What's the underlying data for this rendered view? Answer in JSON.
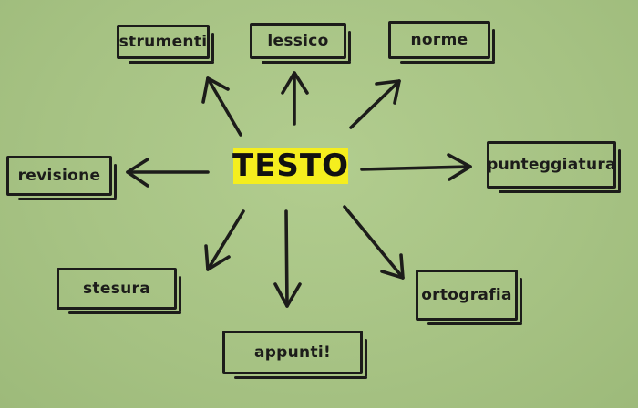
{
  "diagram": {
    "center": "TESTO",
    "nodes": {
      "strumenti": "strumenti",
      "lessico": "lessico",
      "norme": "norme",
      "revisione": "revisione",
      "punteggiatura": "punteggiatura",
      "stesura": "stesura",
      "appunti": "appunti!",
      "ortografia": "ortografia"
    },
    "edges": [
      {
        "from": "TESTO",
        "to": "strumenti"
      },
      {
        "from": "TESTO",
        "to": "lessico"
      },
      {
        "from": "TESTO",
        "to": "norme"
      },
      {
        "from": "TESTO",
        "to": "revisione"
      },
      {
        "from": "TESTO",
        "to": "punteggiatura"
      },
      {
        "from": "TESTO",
        "to": "stesura"
      },
      {
        "from": "TESTO",
        "to": "appunti!"
      },
      {
        "from": "TESTO",
        "to": "ortografia"
      }
    ]
  },
  "colors": {
    "background": "#a9c485",
    "ink": "#1c1c1a",
    "highlight": "#f5ee1e"
  }
}
